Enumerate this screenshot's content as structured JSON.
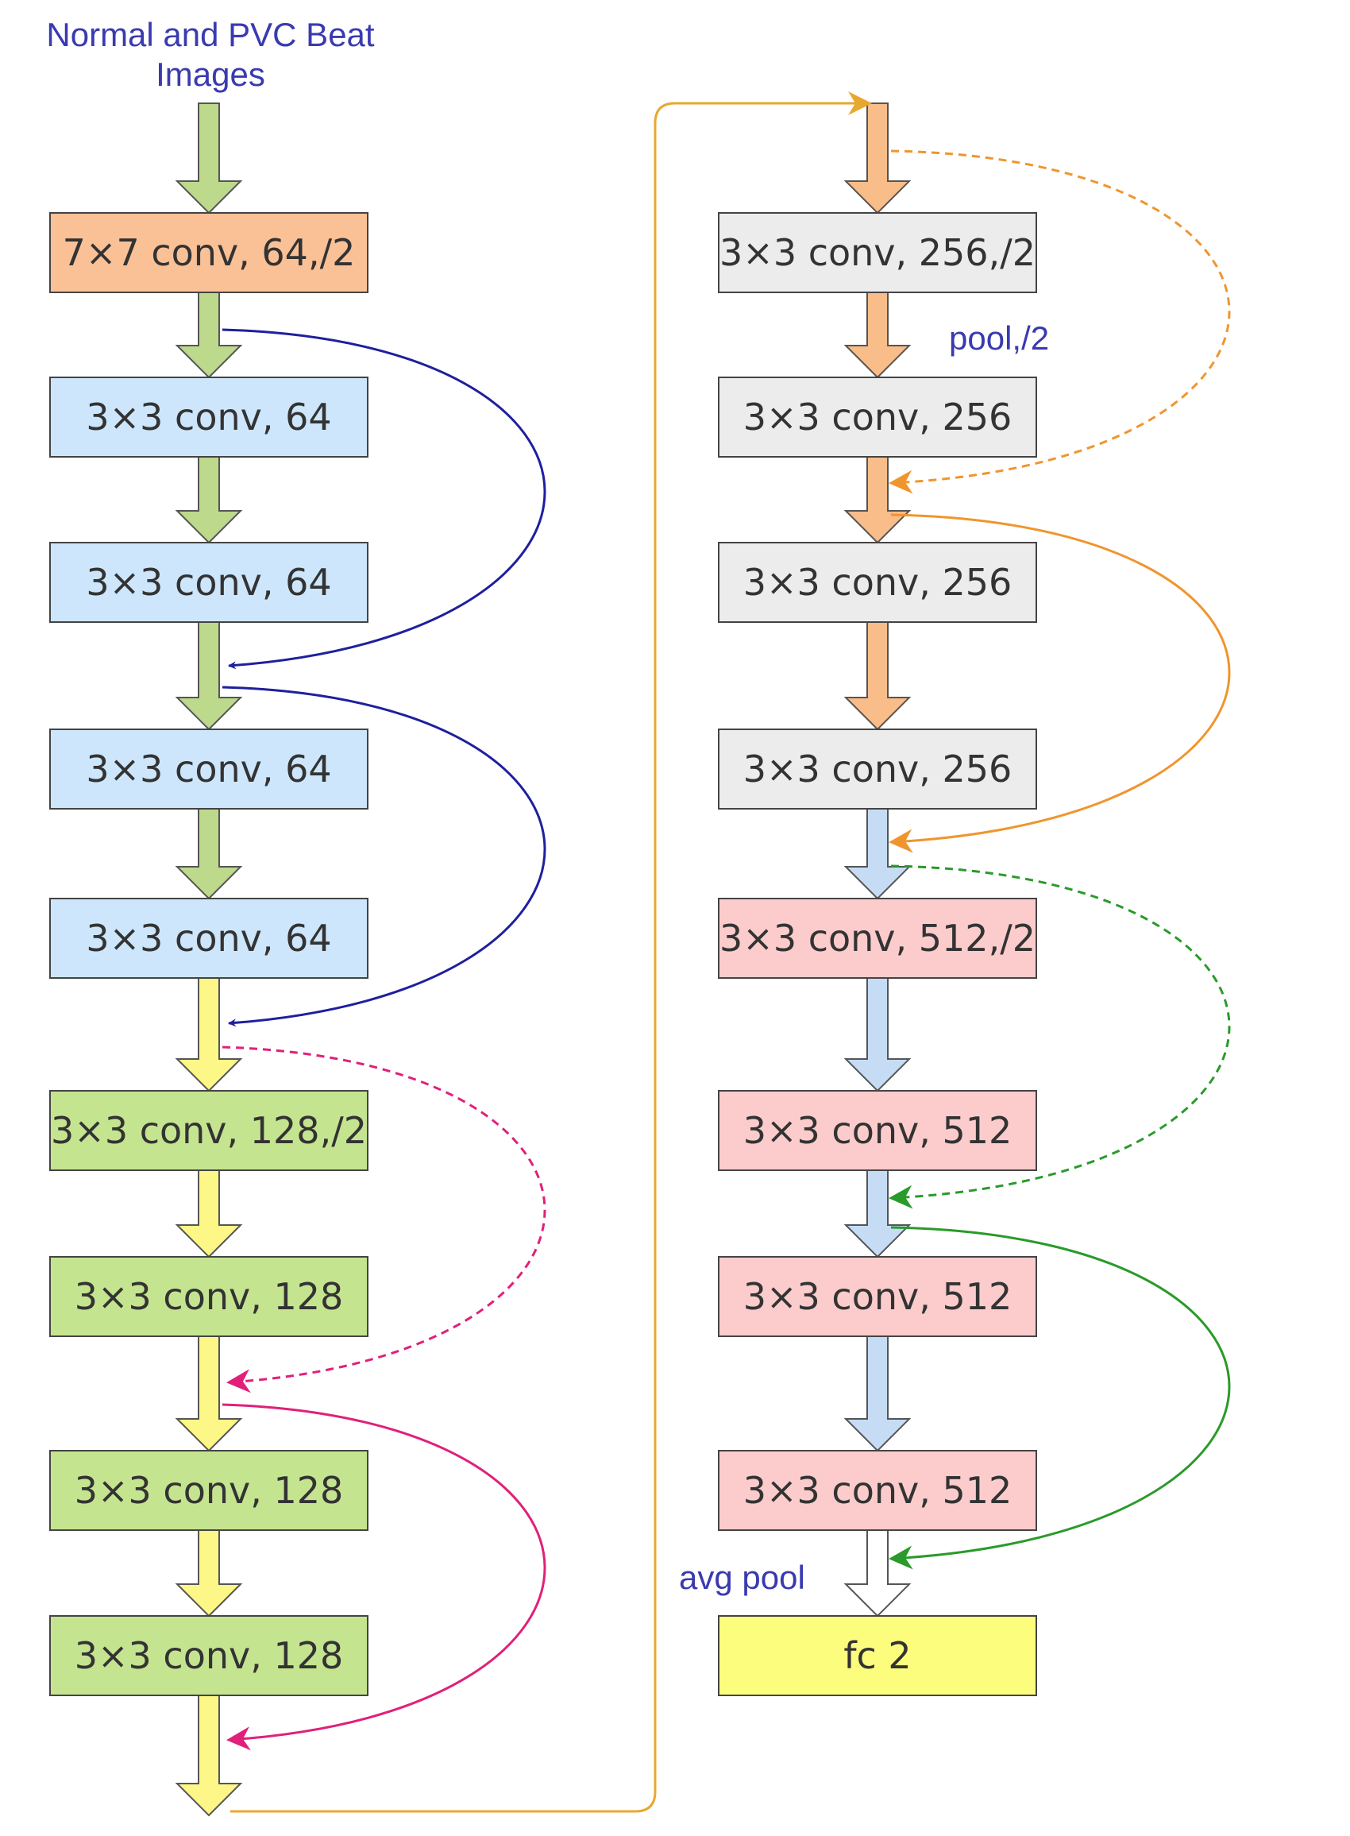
{
  "title": {
    "line1": "Normal and PVC Beat",
    "line2": "Images"
  },
  "labels": {
    "pool": "pool,/2",
    "avg_pool": "avg pool"
  },
  "left_column": [
    {
      "text": "7×7 conv, 64,/2",
      "color": "#fbc196"
    },
    {
      "text": "3×3 conv, 64",
      "color": "#cde6fc"
    },
    {
      "text": "3×3 conv, 64",
      "color": "#cde6fc"
    },
    {
      "text": "3×3 conv, 64",
      "color": "#cde6fc"
    },
    {
      "text": "3×3 conv, 64",
      "color": "#cde6fc"
    },
    {
      "text": "3×3 conv, 128,/2",
      "color": "#c5e490"
    },
    {
      "text": "3×3 conv, 128",
      "color": "#c5e490"
    },
    {
      "text": "3×3 conv, 128",
      "color": "#c5e490"
    },
    {
      "text": "3×3 conv, 128",
      "color": "#c5e490"
    }
  ],
  "right_column": [
    {
      "text": "3×3 conv, 256,/2",
      "color": "#ececec"
    },
    {
      "text": "3×3 conv, 256",
      "color": "#ececec"
    },
    {
      "text": "3×3 conv, 256",
      "color": "#ececec"
    },
    {
      "text": "3×3 conv, 256",
      "color": "#ececec"
    },
    {
      "text": "3×3 conv, 512,/2",
      "color": "#fccccc"
    },
    {
      "text": "3×3 conv, 512",
      "color": "#fccccc"
    },
    {
      "text": "3×3 conv, 512",
      "color": "#fccccc"
    },
    {
      "text": "3×3 conv, 512",
      "color": "#fccccc"
    },
    {
      "text": "fc 2",
      "color": "#fdfd7d"
    }
  ],
  "colors": {
    "stage1_arrow": "#bcd98c",
    "stage2_arrow": "#fdf787",
    "stage3_arrow": "#f9bd8a",
    "stage4_arrow": "#c6dcf4",
    "avgpool_arrow": "#ffffff",
    "skip_blue": "#1f1f9e",
    "skip_pink": "#e0207a",
    "skip_orange": "#f0952e",
    "skip_green": "#2a9a2a",
    "connector": "#e8a830",
    "label_blue": "#3a3ab0"
  }
}
